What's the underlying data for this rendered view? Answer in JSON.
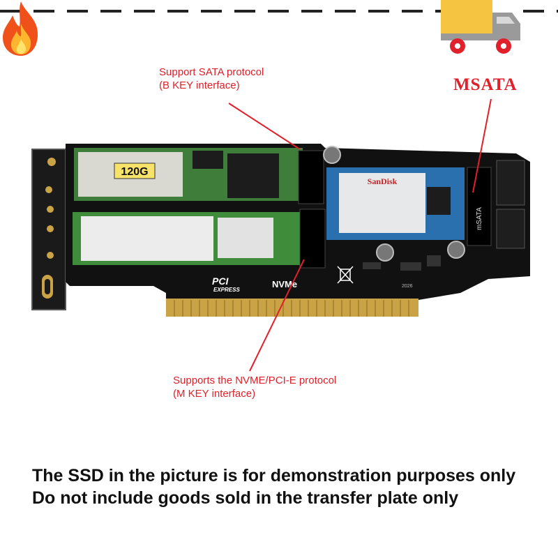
{
  "callouts": {
    "sata": [
      "Support SATA protocol",
      "(B KEY interface)"
    ],
    "nvme": [
      "Supports the NVME/PCI-E protocol",
      "(M KEY interface)"
    ],
    "msata": "MSATA"
  },
  "board_print": {
    "pci": "PCI",
    "express": "EXPRESS",
    "nvme": "NVMe",
    "code": "2026",
    "msata_slot": "mSATA"
  },
  "ssd_labels": {
    "capacity": "120G",
    "brand": "SanDisk"
  },
  "notice": [
    "The SSD in the picture is for demonstration purposes only",
    "Do not include goods sold in the transfer plate only"
  ],
  "colors": {
    "accent_red": "#e0202a",
    "pcb_black": "#111111",
    "gold_contacts": "#c9a345",
    "ssd_green": "#3f7d3a",
    "msata_blue": "#2a6fae",
    "truck_yellow": "#f5c542"
  },
  "icons": [
    "fire-icon",
    "truck-icon"
  ]
}
